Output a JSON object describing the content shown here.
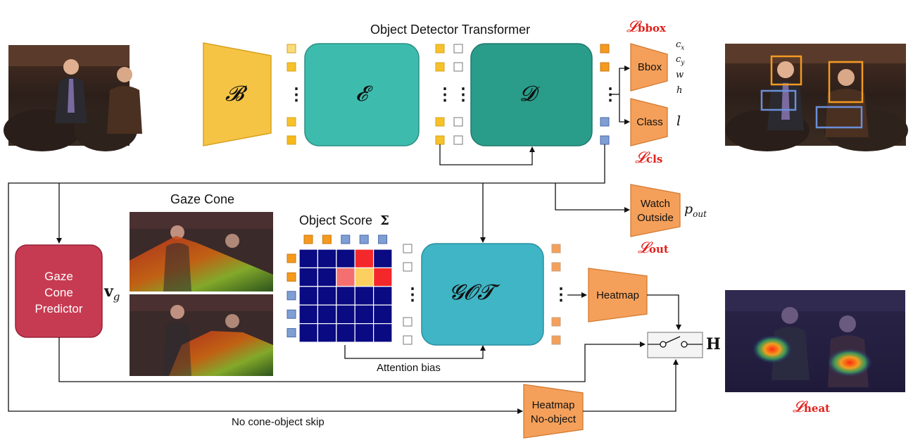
{
  "title": "Object Detector Transformer",
  "blocks": {
    "backbone": "𝓑",
    "encoder": "𝓔",
    "decoder": "𝓓",
    "got": "𝓖𝓞𝓣",
    "bbox_head": "Bbox",
    "class_head": "Class",
    "watch_outside_line1": "Watch",
    "watch_outside_line2": "Outside",
    "heatmap": "Heatmap",
    "heatmap_noobj_line1": "Heatmap",
    "heatmap_noobj_line2": "No-object",
    "gaze_cone_line1": "Gaze",
    "gaze_cone_line2": "Cone",
    "gaze_cone_line3": "Predictor"
  },
  "bbox_outputs": [
    "c",
    "c",
    "w",
    "h"
  ],
  "bbox_subs": [
    "x",
    "y",
    "",
    ""
  ],
  "class_output": "l",
  "watch_output": "p",
  "watch_output_sub": "out",
  "vg_symbol": "v",
  "vg_sub": "g",
  "H_symbol": "H",
  "losses": {
    "bbox": "bbox",
    "cls": "cls",
    "out": "out",
    "heat": "heat",
    "L": "𝓛"
  },
  "labels": {
    "gaze_cone": "Gaze Cone",
    "object_score": "Object Score",
    "sigma": "Σ",
    "attention_bias": "Attention bias",
    "no_cone_skip": "No cone-object skip"
  },
  "dots": "⋮",
  "colors": {
    "backbone": "#f6c445",
    "encoder": "#3dbcad",
    "decoder": "#2a9c8a",
    "got": "#3fb5c5",
    "head": "#f5a05a",
    "gaze": "#c73b52",
    "loss": "#e0201a",
    "orange_token": "#f59a1e",
    "blue_token": "#7f9fd4",
    "yellow_token": "#f6c12a",
    "matrix": "#0a0a82"
  },
  "matrix": {
    "rows": 5,
    "cols": 5,
    "row_tokens": [
      "orange",
      "orange",
      "blue",
      "blue",
      "blue"
    ],
    "col_tokens": [
      "orange",
      "orange",
      "blue",
      "blue",
      "blue"
    ],
    "cells": [
      [
        "navy",
        "navy",
        "navy",
        "red",
        "navy"
      ],
      [
        "navy",
        "navy",
        "salmon",
        "yellow",
        "red"
      ],
      [
        "navy",
        "navy",
        "navy",
        "navy",
        "navy"
      ],
      [
        "navy",
        "navy",
        "navy",
        "navy",
        "navy"
      ],
      [
        "navy",
        "navy",
        "navy",
        "navy",
        "navy"
      ]
    ]
  }
}
